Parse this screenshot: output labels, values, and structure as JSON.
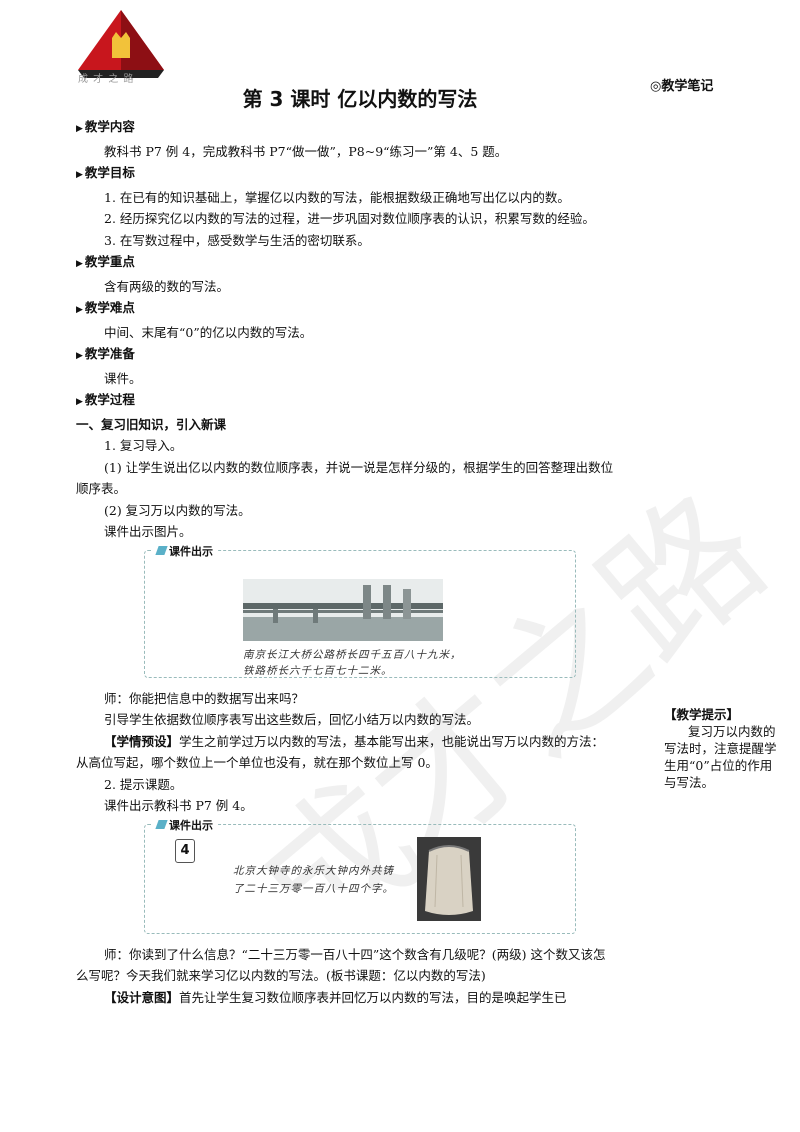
{
  "header": {
    "logo_text": "成 才 之 路",
    "title": "第 3 课时  亿以内数的写法",
    "notes_title": "◎教学笔记"
  },
  "sections": {
    "content_h": "教学内容",
    "content_p": "教科书 P7 例 4，完成教科书 P7“做一做”，P8~9“练习一”第 4、5 题。",
    "goals_h": "教学目标",
    "goal1": "1. 在已有的知识基础上，掌握亿以内数的写法，能根据数级正确地写出亿以内的数。",
    "goal2": "2. 经历探究亿以内数的写法的过程，进一步巩固对数位顺序表的认识，积累写数的经验。",
    "goal3": "3. 在写数过程中，感受数学与生活的密切联系。",
    "key_h": "教学重点",
    "key_p": "含有两级的数的写法。",
    "diff_h": "教学难点",
    "diff_p": "中间、末尾有“0”的亿以内数的写法。",
    "prep_h": "教学准备",
    "prep_p": "课件。",
    "process_h": "教学过程",
    "part1_h": "一、复习旧知识，引入新课",
    "s1": "1. 复习导入。",
    "s1a": "(1) 让学生说出亿以内数的数位顺序表，并说一说是怎样分级的，根据学生的回答整理出数位顺序表。",
    "s1b": "(2) 复习万以内数的写法。",
    "s1c": "课件出示图片。",
    "box_label": "课件出示",
    "box1_line1": "南京长江大桥公路桥长四千五百八十九米，",
    "box1_line2": "铁路桥长六千七百七十二米。",
    "t1": "师：你能把信息中的数据写出来吗？",
    "t2": "引导学生依据数位顺序表写出这些数后，回忆小结万以内数的写法。",
    "pre_tag": "【学情预设】",
    "pre_text": "学生之前学过万以内数的写法，基本能写出来，也能说出写万以内数的方法：从高位写起，哪个数位上一个单位也没有，就在那个数位上写 0。",
    "s2": "2. 提示课题。",
    "s2a": "课件出示教科书 P7 例 4。",
    "example_num": "4",
    "box2_line1": "北京大钟寺的永乐大钟内外共铸",
    "box2_line2": "了二十三万零一百八十四个字。",
    "t3": "师：你读到了什么信息？“二十三万零一百八十四”这个数含有几级呢？(两级) 这个数又该怎么写呢？今天我们就来学习亿以内数的写法。(板书课题：亿以内数的写法)",
    "design_tag": "【设计意图】",
    "design_text": "首先让学生复习数位顺序表并回忆万以内数的写法，目的是唤起学生已"
  },
  "sidebar": {
    "tip_title": "【教学提示】",
    "tip_text": "复习万以内数的写法时，注意提醒学生用“0”占位的作用与写法。"
  },
  "watermark": {
    "text": "成才之路"
  },
  "colors": {
    "logo_red": "#c8161d",
    "logo_dark": "#222222",
    "accent": "#5ab0c8"
  }
}
